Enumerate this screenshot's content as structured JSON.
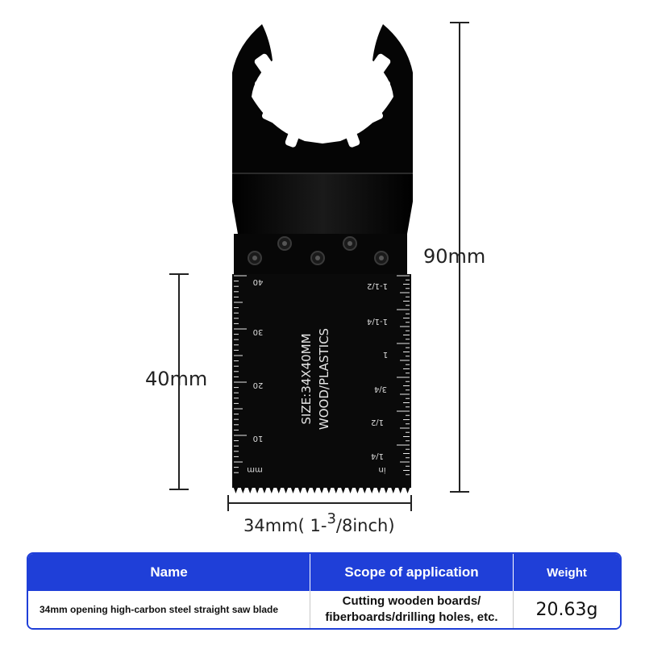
{
  "dimensions": {
    "height_total": "90mm",
    "cut_depth": "40mm",
    "width_prefix": "34mm( 1-",
    "width_fraction_numerator": "3",
    "width_suffix": "/8inch)"
  },
  "blade": {
    "imprint_line1": "SIZE:34X40MM",
    "imprint_line2": "WOOD/PLASTICS",
    "mm_scale_labels": [
      "40",
      "30",
      "20",
      "10",
      "mm"
    ],
    "inch_scale_labels": [
      "1-1/2",
      "1-1/4",
      "1",
      "3/4",
      "1/2",
      "1/4",
      "in"
    ]
  },
  "table": {
    "headers": [
      "Name",
      "Scope of application",
      "Weight"
    ],
    "row": {
      "name": "34mm opening high-carbon steel straight saw blade",
      "scope_line1": "Cutting wooden boards/",
      "scope_line2": "fiberboards/drilling holes, etc.",
      "weight": "20.63g"
    }
  },
  "colors": {
    "table_header_bg": "#1f3fd8",
    "blade_body": "#0a0a0a",
    "dimension_lines": "#222222"
  }
}
